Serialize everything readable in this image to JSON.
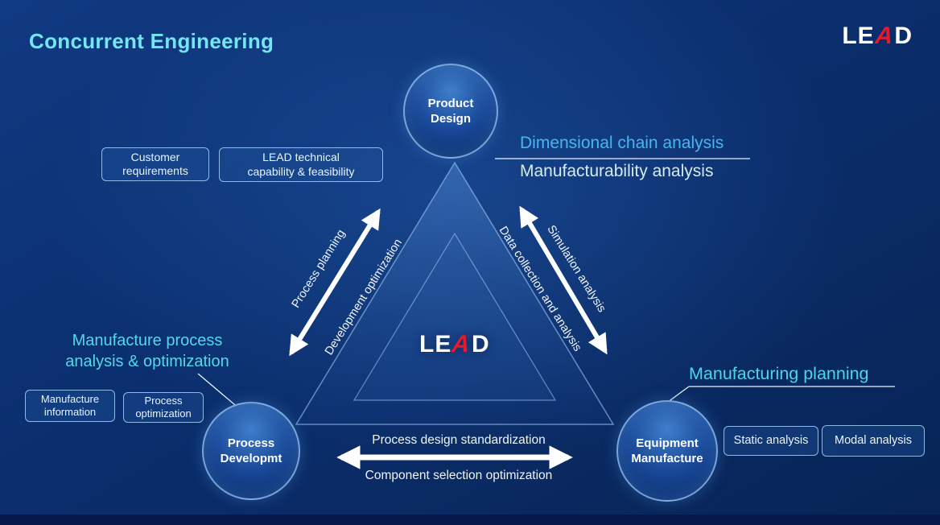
{
  "title": "Concurrent Engineering",
  "logo": {
    "part1": "LE",
    "part2": "A",
    "part3": "D"
  },
  "center_logo": {
    "part1": "LE",
    "part2": "A",
    "part3": "D"
  },
  "nodes": {
    "product": {
      "line1": "Product",
      "line2": "Design"
    },
    "process": {
      "line1": "Process",
      "line2": "Developmt"
    },
    "equipment": {
      "line1": "Equipment",
      "line2": "Manufacture"
    }
  },
  "top_left_boxes": [
    {
      "line1": "Customer",
      "line2": "requirements"
    },
    {
      "line1": "LEAD technical",
      "line2": "capability & feasibility"
    }
  ],
  "product_annotations": {
    "line1": "Dimensional chain analysis",
    "line2": "Manufacturability analysis"
  },
  "edge_labels": {
    "left_upper": "Process planning",
    "left_lower": "Development optimization",
    "right_upper": "Simulation analysis",
    "right_lower": "Data collection and analysis",
    "bottom_upper": "Process design standardization",
    "bottom_lower": "Component selection optimization"
  },
  "left_annotation": {
    "line1": "Manufacture process",
    "line2": "analysis & optimization",
    "boxes": [
      {
        "line1": "Manufacture",
        "line2": "information"
      },
      {
        "line1": "Process",
        "line2": "optimization"
      }
    ]
  },
  "right_annotation": {
    "title": "Manufacturing planning",
    "boxes": [
      {
        "label": "Static analysis"
      },
      {
        "label": "Modal analysis"
      }
    ]
  },
  "colors": {
    "accent_cyan": "#55d7e9",
    "light_blue_text": "#45b7ef",
    "logo_red": "#e8192c",
    "background": "#0b2f6f"
  }
}
